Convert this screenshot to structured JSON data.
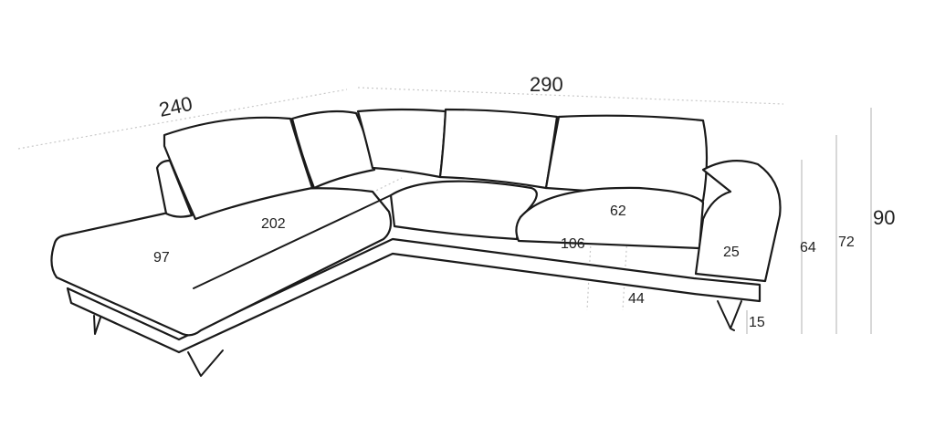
{
  "dimensions": {
    "chaise_length": "240",
    "total_width": "290",
    "chaise_seat_length": "202",
    "chaise_seat_width": "97",
    "seat_depth": "62",
    "seat_width_module": "106",
    "armrest_width": "25",
    "seat_height": "44",
    "leg_height": "15",
    "armrest_height": "64",
    "back_height_72": "72",
    "total_height": "90"
  },
  "colors": {
    "outline": "#1a1a1a",
    "dimension_line": "#c8c8c8",
    "text": "#222222"
  }
}
